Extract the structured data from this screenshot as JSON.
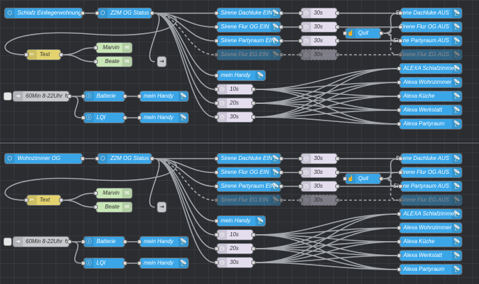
{
  "accent": "#3aa6e8",
  "flows": [
    {
      "source": "Schlafz Einliegerwohnung",
      "status": "Z2M OG Status",
      "sirens_on": [
        "Sirene Dachluke EIN",
        "Sirene Flur OG EIN",
        "Sirene Partyraum EIN",
        "Sirene Flur EG EIN"
      ],
      "delays": [
        "30s",
        "30s",
        "30s",
        "30s"
      ],
      "sirens_off": [
        "Sirene Dachluke AUS",
        "Sirene Flur OG AUS",
        "Sirene Partyraum AUS",
        "Sirene Flur EG AUS"
      ],
      "quit": "Quit",
      "text": "Text",
      "persons": [
        "Marvin",
        "Beate"
      ],
      "inject": "60Min 8-22Uhr ↻",
      "battery": "Batterie",
      "lqi": "LQI",
      "handy": [
        "mein Handy",
        "mein Handy"
      ],
      "main_handy": "mein Handy",
      "alexa_delays": [
        "10s",
        "20s",
        "30s"
      ],
      "alexa": [
        "ALEXA Schlafzimmer",
        "Alexa Wohnzimmer",
        "Alexa Küche",
        "Alexa Werkstatt",
        "Alexa Partyraum"
      ]
    },
    {
      "source": "Wohnzimmer OG",
      "status": "Z2M OG Status",
      "sirens_on": [
        "Sirene Dachluke EIN",
        "Sirene Flur OG EIN",
        "Sirene Partyraum EIN",
        "Sirene Flur EG EIN"
      ],
      "delays": [
        "30s",
        "30s",
        "30s",
        "30s"
      ],
      "sirens_off": [
        "Sirene Dachluke AUS",
        "Sirene Flur OG AUS",
        "Sirene Partyraum AUS",
        "Sirene Flur EG AUS"
      ],
      "quit": "Quit",
      "text": "Text",
      "persons": [
        "Marvin",
        "Beate"
      ],
      "inject": "60Min 8-22Uhr ↻",
      "battery": "Batterie",
      "lqi": "LQI",
      "handy": [
        "mein Handy",
        "mein Handy"
      ],
      "main_handy": "mein Handy",
      "alexa_delays": [
        "10s",
        "20s",
        "30s"
      ],
      "alexa": [
        "ALEXA Schlafzimmer",
        "Alexa Wohnzimmer",
        "Alexa Küche",
        "Alexa Werkstatt",
        "Alexa Partyraum"
      ]
    }
  ]
}
